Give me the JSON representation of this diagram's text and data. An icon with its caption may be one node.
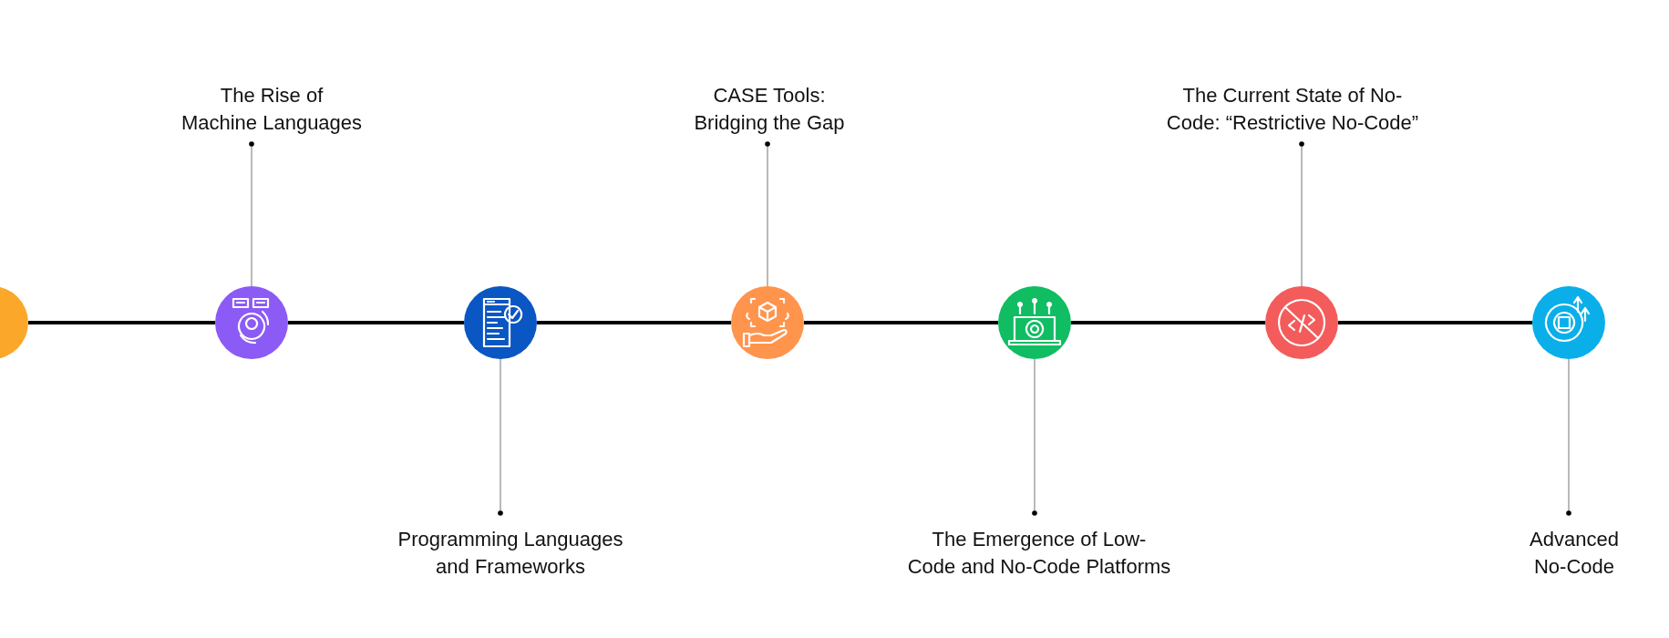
{
  "diagram": {
    "nodes": [
      {
        "text": [],
        "shape": "circle"
      },
      {
        "text": [],
        "shape": "circle"
      },
      {
        "text": [],
        "shape": "circle"
      },
      {
        "text": [],
        "shape": "circle"
      },
      {
        "text": [],
        "shape": "circle"
      },
      {
        "text": [],
        "shape": "circle"
      },
      {
        "text": [],
        "shape": "circle"
      },
      {
        "text": [
          "The Rise of Machine Languages"
        ]
      },
      {
        "text": [
          "Programming Languages and Frameworks"
        ]
      },
      {
        "text": [
          "CASE Tools: Bridging the Gap"
        ]
      },
      {
        "text": [
          "The Emergence of Low-Code and No-Code Platforms"
        ]
      },
      {
        "text": [
          "The Current State of No-Code: “Restrictive No-Code”"
        ]
      },
      {
        "text": [
          "Advanced No-Code"
        ]
      }
    ],
    "edges": [
      {
        "from": 0,
        "to": 1,
        "arrow": "none",
        "style": "thick"
      },
      {
        "from": 1,
        "to": 2,
        "arrow": "none",
        "style": "thick"
      },
      {
        "from": 2,
        "to": 3,
        "arrow": "none",
        "style": "thick"
      },
      {
        "from": 3,
        "to": 4,
        "arrow": "none",
        "style": "thick"
      },
      {
        "from": 4,
        "to": 5,
        "arrow": "none",
        "style": "thick"
      },
      {
        "from": 5,
        "to": 6,
        "arrow": "none",
        "style": "thick"
      },
      {
        "from": 7,
        "to": 1,
        "arrow": "other",
        "color": "#8a8a8a"
      },
      {
        "from": 8,
        "to": 2,
        "arrow": "other",
        "color": "#8a8a8a"
      },
      {
        "from": 9,
        "to": 3,
        "arrow": "other",
        "color": "#8a8a8a"
      },
      {
        "from": 10,
        "to": 4,
        "arrow": "other",
        "color": "#8a8a8a"
      },
      {
        "from": 11,
        "to": 5,
        "arrow": "other",
        "color": "#8a8a8a"
      },
      {
        "from": 12,
        "to": 6,
        "arrow": "other",
        "color": "#8a8a8a"
      }
    ]
  }
}
